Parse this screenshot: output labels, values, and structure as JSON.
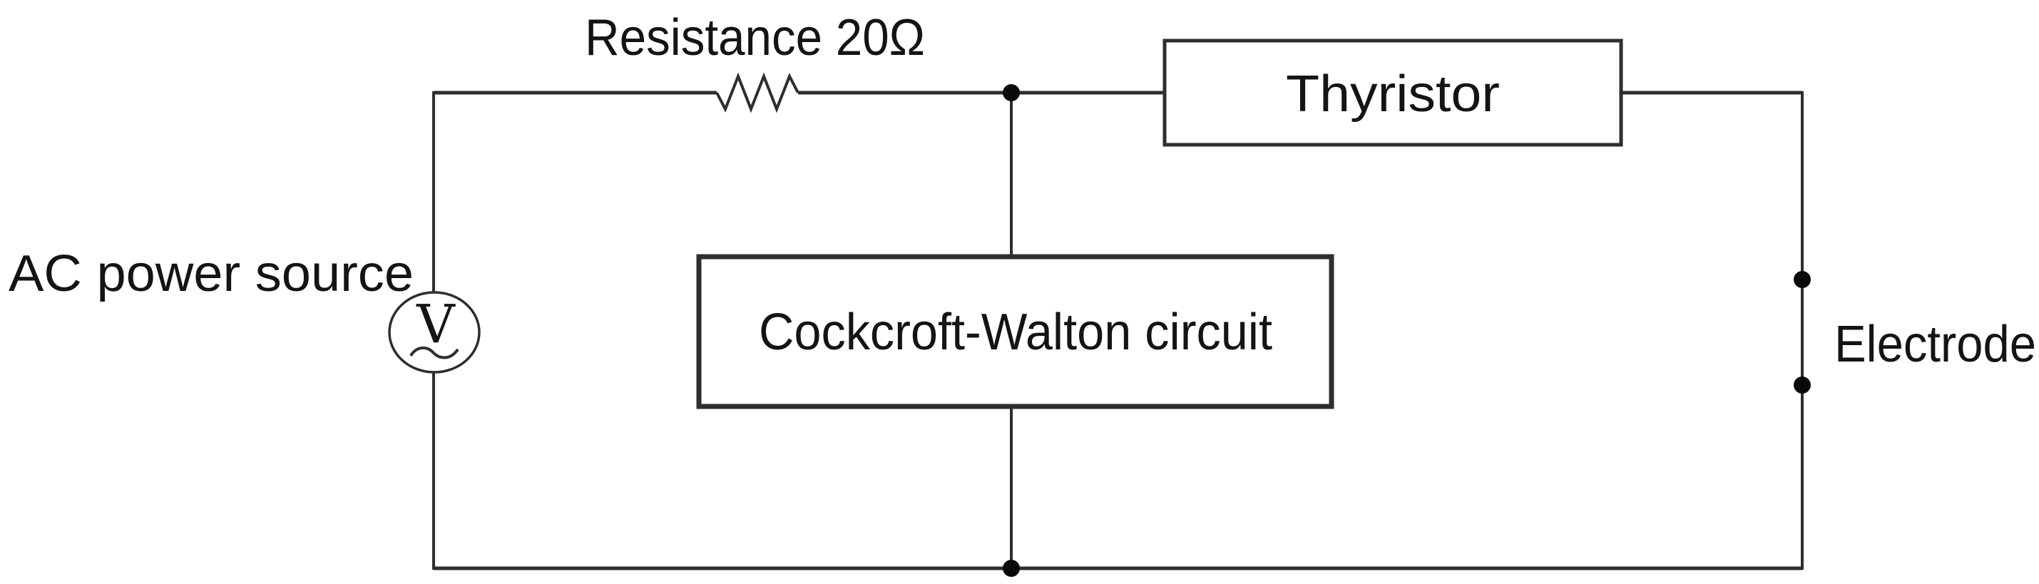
{
  "diagram": {
    "kind": "circuit-diagram",
    "colors": {
      "background": "#ffffff",
      "wire": "#2e2e2e",
      "ink": "#141414",
      "dot": "#0a0a0a"
    },
    "labels": {
      "ac_power_source": "AC power source",
      "resistance": "Resistance 20Ω",
      "thyristor": "Thyristor",
      "cockcroft_walton": "Cockcroft-Walton circuit",
      "electrode": "Electrode",
      "source_symbol_letter": "V"
    },
    "symbols": {
      "ac_source": "circle-with-V-and-sine-wave-icon",
      "resistor": "zigzag-resistor-icon",
      "junction": "filled-dot",
      "electrode_terminals": "two-filled-dots-on-wire"
    },
    "components": [
      {
        "label": "AC power source",
        "value": ""
      },
      {
        "label": "Resistance 20Ω",
        "value": "20Ω"
      },
      {
        "label": "Thyristor",
        "value": ""
      },
      {
        "label": "Cockcroft-Walton circuit",
        "value": ""
      },
      {
        "label": "Electrode",
        "value": ""
      }
    ]
  }
}
